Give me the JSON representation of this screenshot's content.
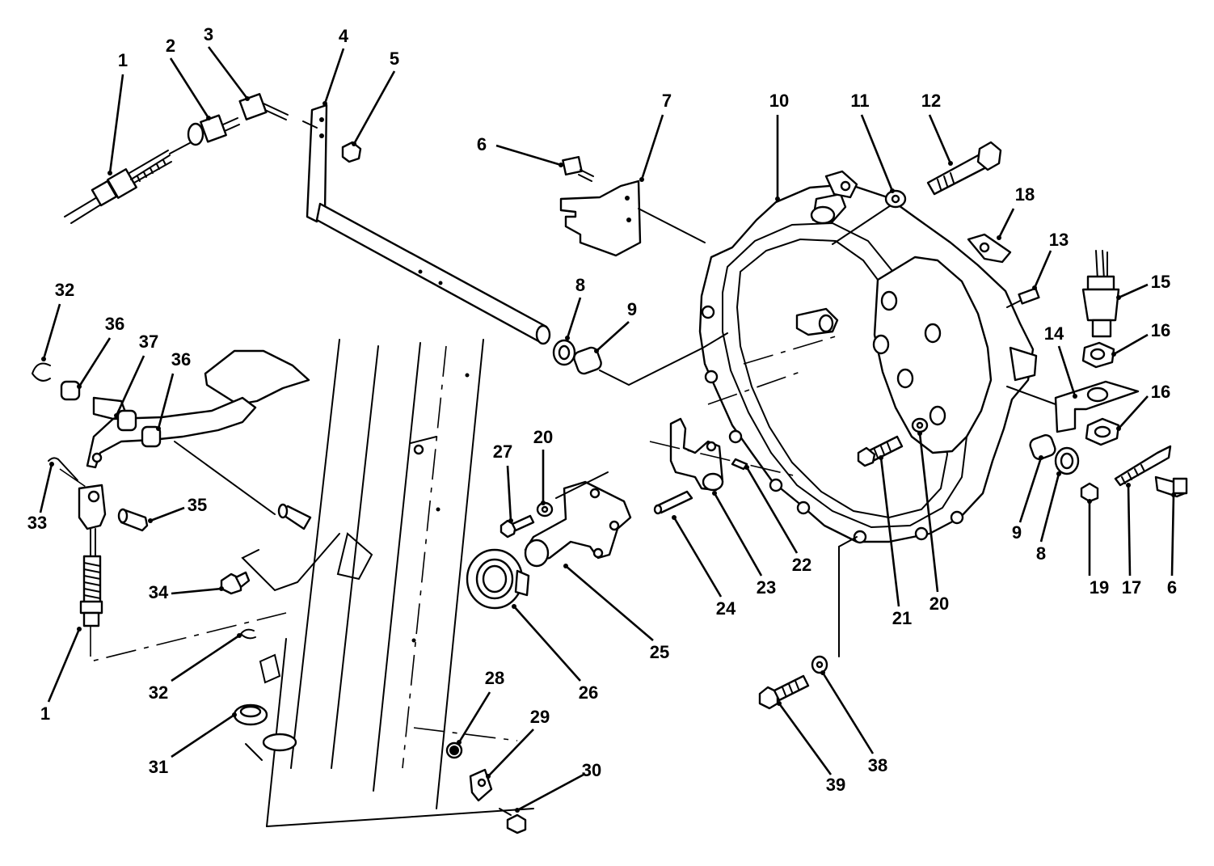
{
  "callouts": [
    {
      "id": "c1a",
      "label": "1"
    },
    {
      "id": "c2",
      "label": "2"
    },
    {
      "id": "c3",
      "label": "3"
    },
    {
      "id": "c4",
      "label": "4"
    },
    {
      "id": "c5",
      "label": "5"
    },
    {
      "id": "c6a",
      "label": "6"
    },
    {
      "id": "c7",
      "label": "7"
    },
    {
      "id": "c8a",
      "label": "8"
    },
    {
      "id": "c9a",
      "label": "9"
    },
    {
      "id": "c10",
      "label": "10"
    },
    {
      "id": "c11",
      "label": "11"
    },
    {
      "id": "c12",
      "label": "12"
    },
    {
      "id": "c13",
      "label": "13"
    },
    {
      "id": "c14",
      "label": "14"
    },
    {
      "id": "c15",
      "label": "15"
    },
    {
      "id": "c16a",
      "label": "16"
    },
    {
      "id": "c16b",
      "label": "16"
    },
    {
      "id": "c17",
      "label": "17"
    },
    {
      "id": "c18",
      "label": "18"
    },
    {
      "id": "c19",
      "label": "19"
    },
    {
      "id": "c6b",
      "label": "6"
    },
    {
      "id": "c8b",
      "label": "8"
    },
    {
      "id": "c9b",
      "label": "9"
    },
    {
      "id": "c20a",
      "label": "20"
    },
    {
      "id": "c20b",
      "label": "20"
    },
    {
      "id": "c21",
      "label": "21"
    },
    {
      "id": "c22",
      "label": "22"
    },
    {
      "id": "c23",
      "label": "23"
    },
    {
      "id": "c24",
      "label": "24"
    },
    {
      "id": "c25",
      "label": "25"
    },
    {
      "id": "c26",
      "label": "26"
    },
    {
      "id": "c27",
      "label": "27"
    },
    {
      "id": "c28",
      "label": "28"
    },
    {
      "id": "c29",
      "label": "29"
    },
    {
      "id": "c30",
      "label": "30"
    },
    {
      "id": "c31",
      "label": "31"
    },
    {
      "id": "c32a",
      "label": "32"
    },
    {
      "id": "c32b",
      "label": "32"
    },
    {
      "id": "c33",
      "label": "33"
    },
    {
      "id": "c34",
      "label": "34"
    },
    {
      "id": "c35",
      "label": "35"
    },
    {
      "id": "c36a",
      "label": "36"
    },
    {
      "id": "c36b",
      "label": "36"
    },
    {
      "id": "c37",
      "label": "37"
    },
    {
      "id": "c38",
      "label": "38"
    },
    {
      "id": "c39",
      "label": "39"
    },
    {
      "id": "c1b",
      "label": "1"
    }
  ]
}
